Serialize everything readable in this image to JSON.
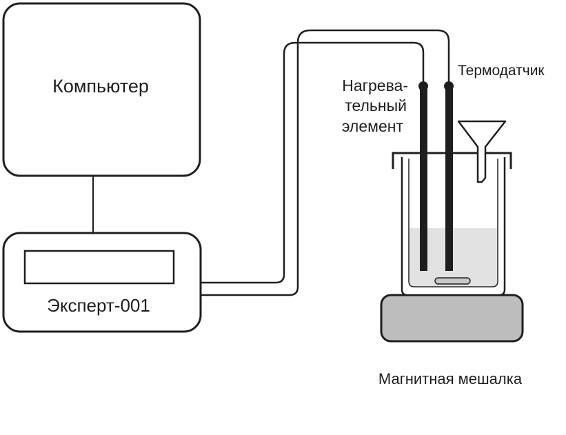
{
  "labels": {
    "computer": "Компьютер",
    "device": "Эксперт-001",
    "heater": [
      "Нагрева-",
      "тельный",
      "элемент"
    ],
    "thermosensor": "Термодатчик",
    "stirrer": "Магнитная мешалка"
  }
}
